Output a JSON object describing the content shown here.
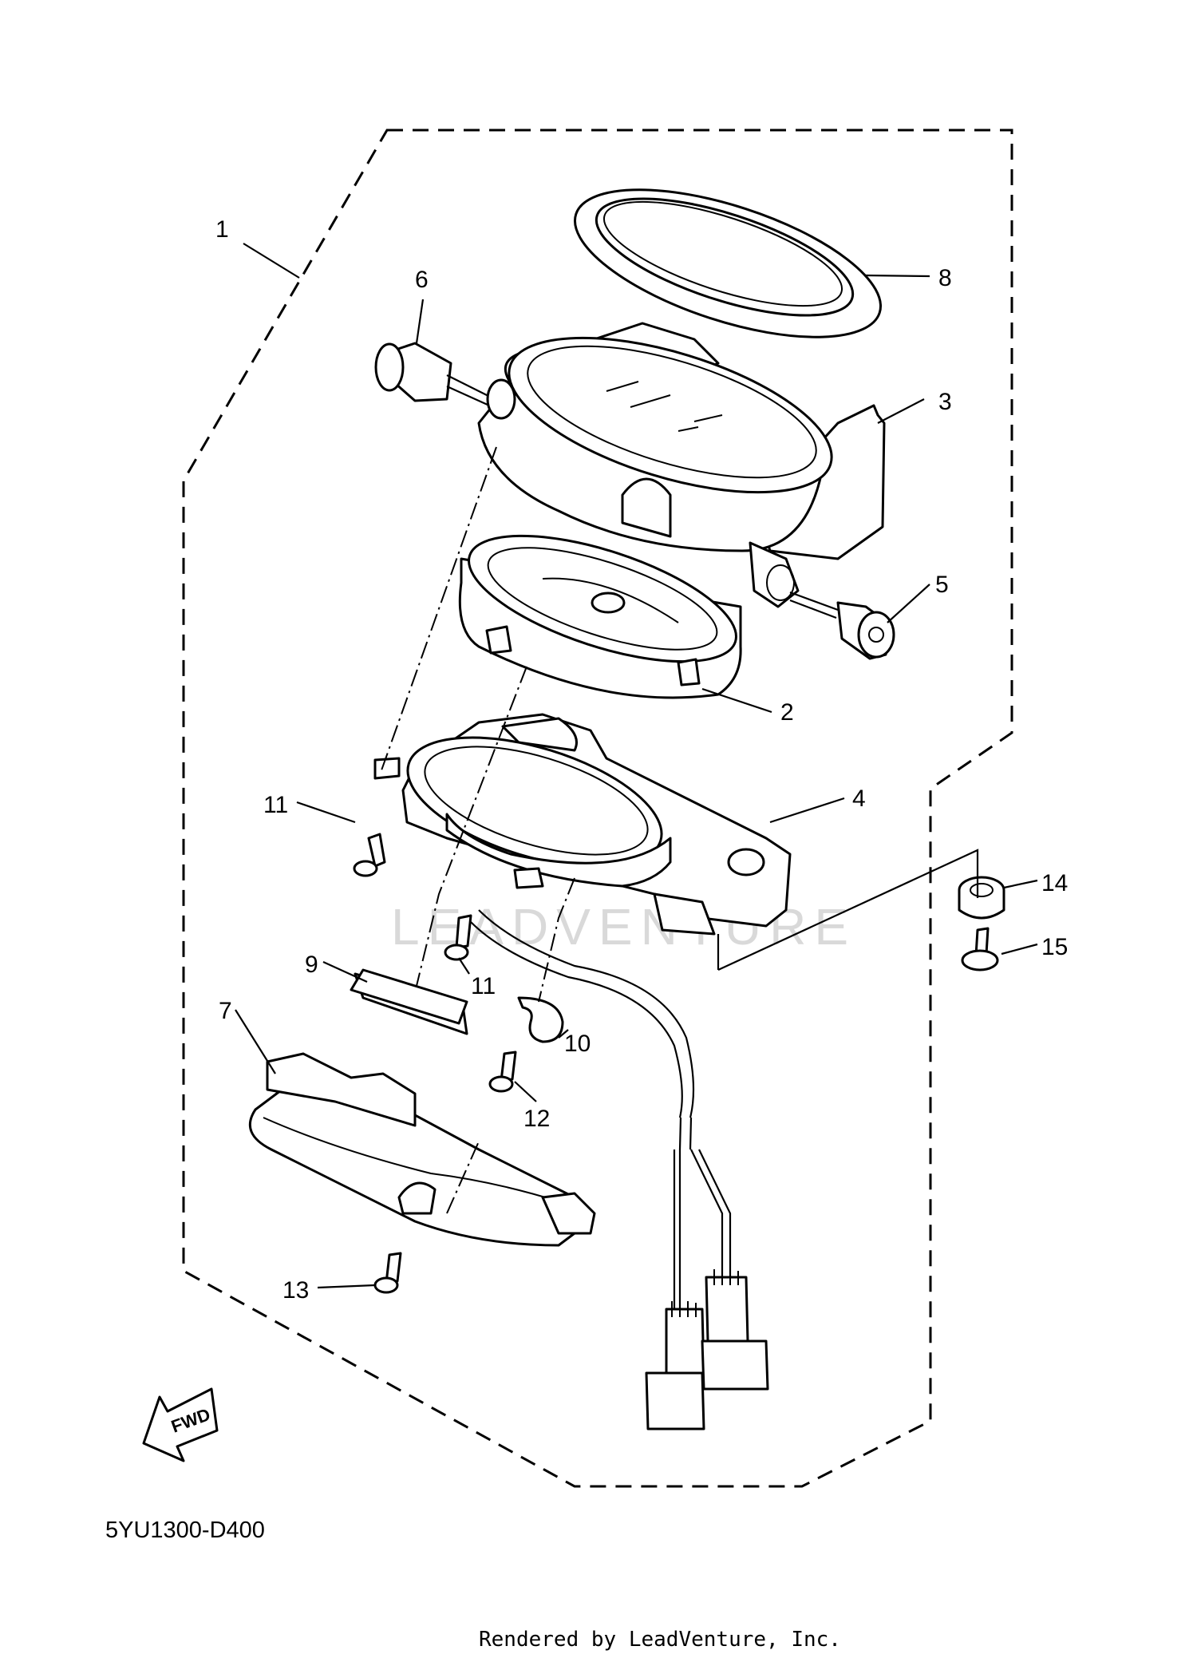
{
  "diagram": {
    "callouts": [
      "1",
      "2",
      "3",
      "4",
      "5",
      "6",
      "7",
      "8",
      "9",
      "10",
      "11",
      "11",
      "12",
      "13",
      "14",
      "15"
    ],
    "fwd_label": "FWD",
    "diagram_code": "5YU1300-D400",
    "watermark": "LEADVENTURE",
    "footer": "Rendered by LeadVenture, Inc."
  }
}
